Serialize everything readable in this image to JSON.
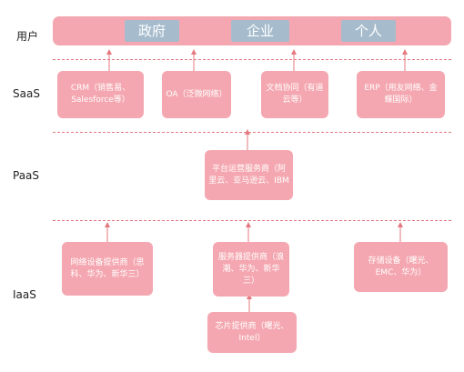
{
  "rows": {
    "user": "用户",
    "saas": "SaaS",
    "paas": "PaaS",
    "iaas": "IaaS"
  },
  "users": [
    "政府",
    "企业",
    "个人"
  ],
  "saas": [
    "CRM（销售易、Salesforce等）",
    "OA（泛微网络）",
    "文档协同（有道云等）",
    "ERP（用友网络、金蝶国际）"
  ],
  "paas": "平台运营服务商（阿里云、亚马逊云、IBM",
  "iaas": {
    "network": "网络设备提供商（思科、华为、新华三）",
    "server": "服务器提供商（浪潮、华为、新华三）",
    "storage": "存储设备（曙光、EMC、华为）",
    "chip": "芯片提供商（曙光、Intel）"
  },
  "colors": {
    "box": "#f4a7b0",
    "tag": "#a6bccd",
    "arrow": "#e4787f"
  }
}
